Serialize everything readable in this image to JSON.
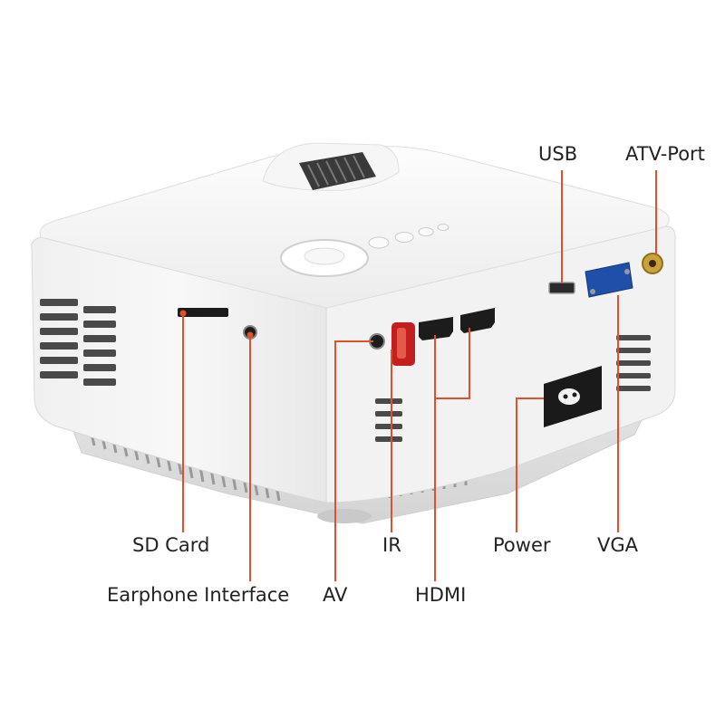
{
  "labels": {
    "usb": "USB",
    "atv_port": "ATV-Port",
    "sd_card": "SD Card",
    "earphone": "Earphone Interface",
    "av": "AV",
    "ir": "IR",
    "hdmi": "HDMI",
    "power": "Power",
    "vga": "VGA"
  },
  "colors": {
    "callout": "#e2502a",
    "body": "#f4f4f4",
    "label_text": "#222222"
  }
}
